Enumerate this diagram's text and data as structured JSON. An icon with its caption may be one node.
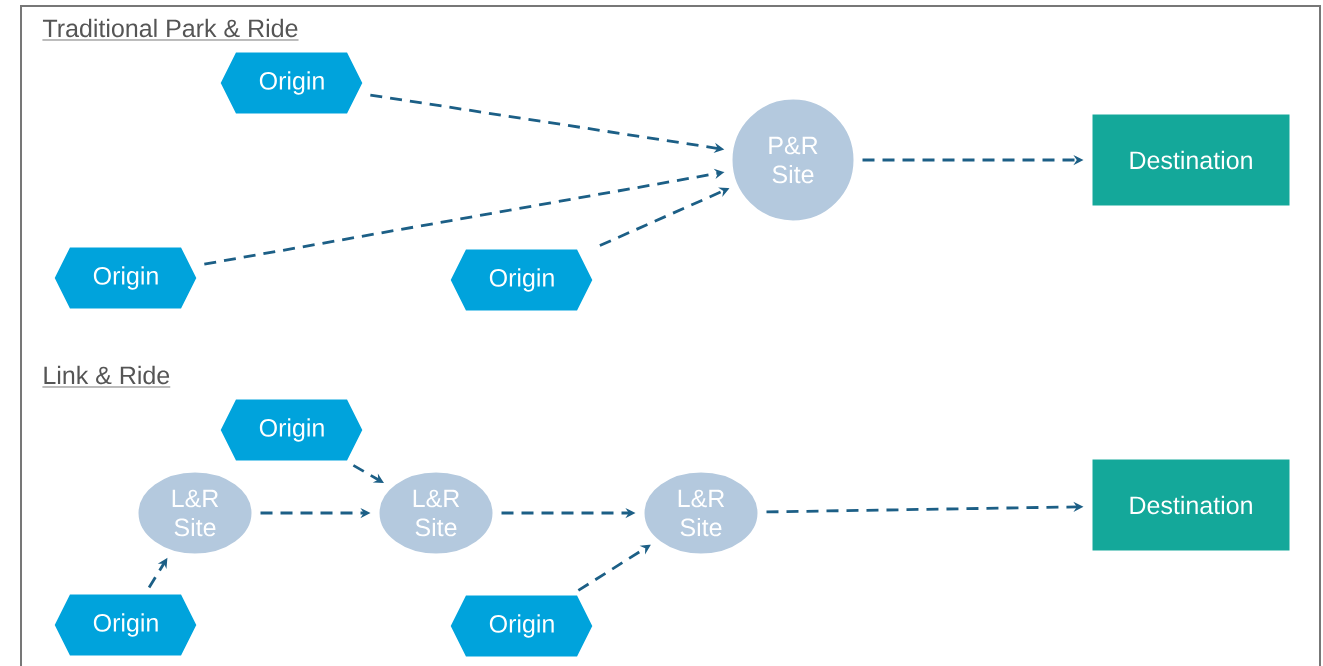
{
  "diagram": {
    "nodes": [
      {
        "text": [
          "Origin"
        ]
      },
      {
        "text": [
          "P&R Site"
        ]
      },
      {
        "text": [
          "Destination"
        ]
      },
      {
        "text": [
          "Origin"
        ]
      },
      {
        "text": [
          "Origin"
        ]
      },
      {
        "text": [
          "Origin"
        ]
      },
      {
        "text": [
          "L&R Site"
        ]
      },
      {
        "text": [
          "L&R Site"
        ]
      },
      {
        "text": [
          "L&R Site"
        ]
      },
      {
        "text": [
          "Destination"
        ]
      },
      {
        "text": [
          "Origin"
        ]
      },
      {
        "text": [
          "Origin"
        ]
      }
    ],
    "edges": [
      {
        "from": 0,
        "to": 1,
        "arrow": "to",
        "style": "dashed"
      },
      {
        "from": 3,
        "to": 1,
        "arrow": "to",
        "style": "dashed"
      },
      {
        "from": 4,
        "to": 1,
        "arrow": "to",
        "style": "dashed"
      },
      {
        "from": 1,
        "to": 2,
        "arrow": "to",
        "style": "dashed"
      },
      {
        "from": 5,
        "to": 7,
        "arrow": "to",
        "style": "dashed"
      },
      {
        "from": 6,
        "to": 7,
        "arrow": "to",
        "style": "dashed"
      },
      {
        "from": 7,
        "to": 8,
        "arrow": "to",
        "style": "dashed"
      },
      {
        "from": 10,
        "to": 6,
        "arrow": "to",
        "style": "dashed"
      },
      {
        "from": 11,
        "to": 8,
        "arrow": "to",
        "style": "dashed"
      },
      {
        "from": 8,
        "to": 9,
        "arrow": "to",
        "style": "dashed"
      }
    ],
    "labels": [
      "Traditional Park & Ride",
      "Link & Ride"
    ]
  }
}
